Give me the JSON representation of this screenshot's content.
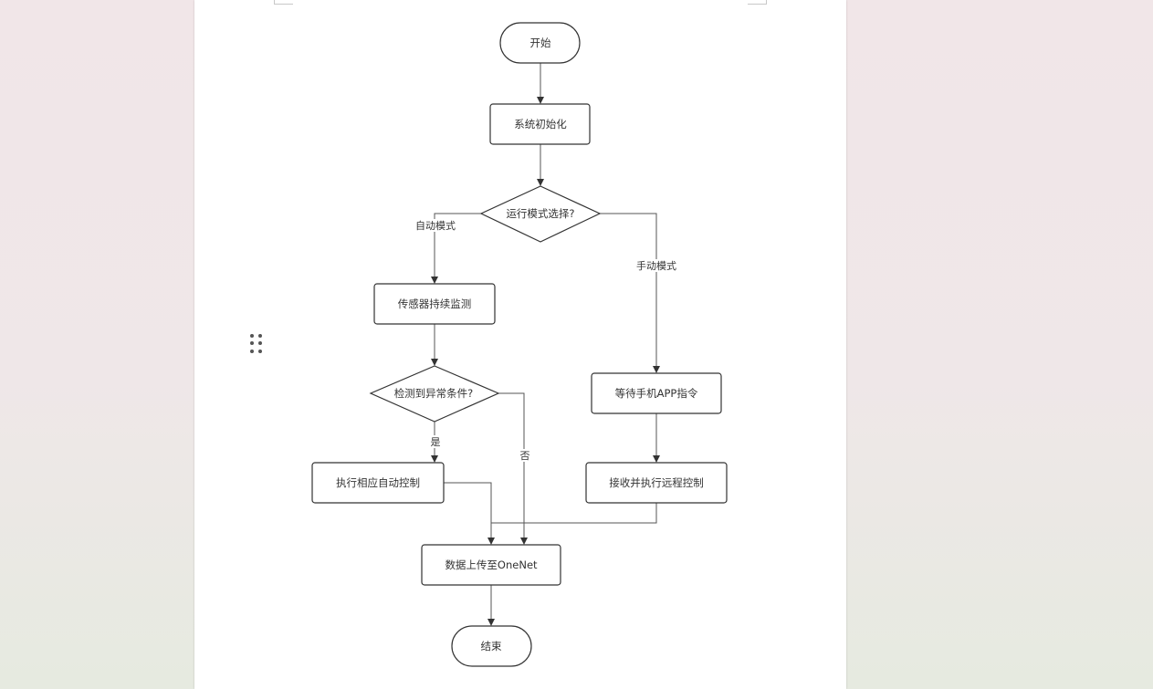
{
  "flowchart": {
    "nodes": {
      "start": "开始",
      "init": "系统初始化",
      "mode_decision": "运行模式选择?",
      "sensor_monitor": "传感器持续监测",
      "abnormal_decision": "检测到异常条件?",
      "auto_control": "执行相应自动控制",
      "wait_app": "等待手机APP指令",
      "remote_control": "接收并执行远程控制",
      "upload": "数据上传至OneNet",
      "end": "结束"
    },
    "edge_labels": {
      "auto_mode": "自动模式",
      "manual_mode": "手动模式",
      "yes": "是",
      "no": "否"
    }
  },
  "colors": {
    "stroke": "#333333",
    "edge": "#555555",
    "page": "#ffffff"
  },
  "icons": {
    "drag_handle": "drag-handle-icon"
  }
}
